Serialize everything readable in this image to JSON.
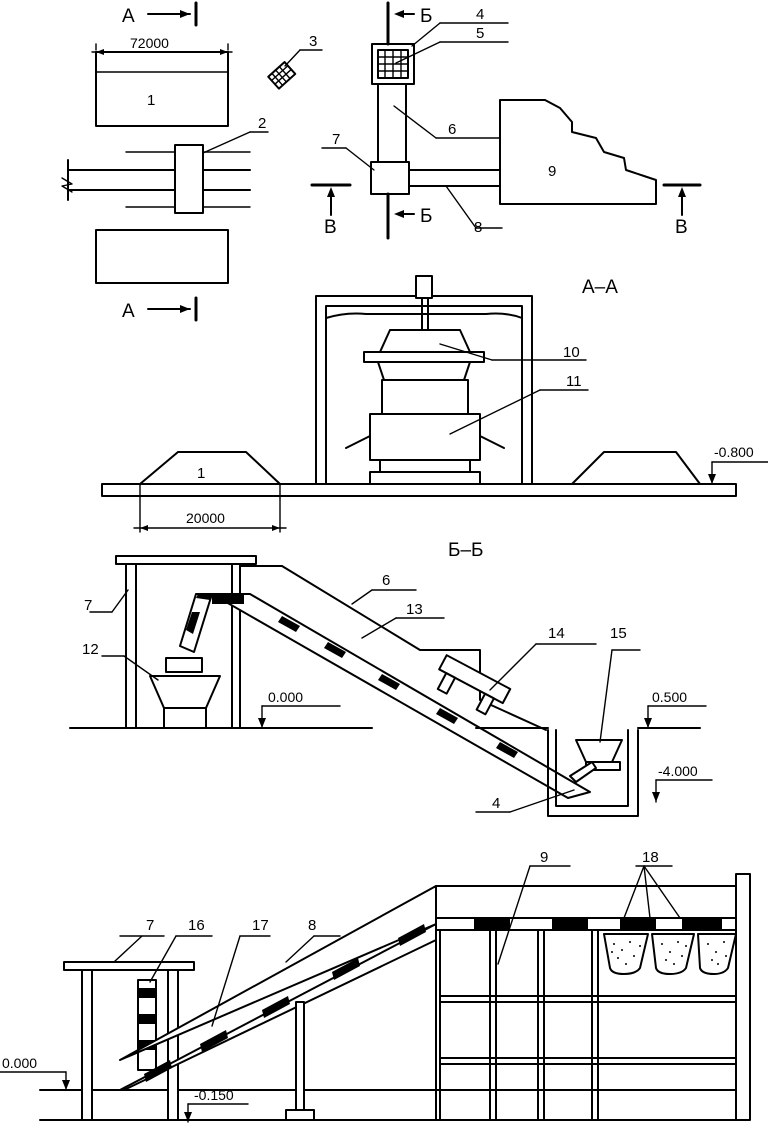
{
  "callouts": {
    "n1": "1",
    "n1b": "1",
    "n2": "2",
    "n3": "3",
    "n4": "4",
    "n4b": "4",
    "n5": "5",
    "n6": "6",
    "n6b": "6",
    "n7": "7",
    "n7b": "7",
    "n7c": "7",
    "n8": "8",
    "n8b": "8",
    "n9": "9",
    "n9b": "9",
    "n10": "10",
    "n11": "11",
    "n12": "12",
    "n13": "13",
    "n14": "14",
    "n15": "15",
    "n16": "16",
    "n17": "17",
    "n18": "18"
  },
  "dimensions": {
    "length_plan": "72000",
    "width_section": "20000"
  },
  "levels": {
    "l_m0800": "-0.800",
    "l_0000a": "0.000",
    "l_0500": "0.500",
    "l_m4000": "-4.000",
    "l_0000b": "0.000",
    "l_m0150": "-0.150"
  },
  "cut_marks": {
    "a": "А",
    "b": "Б",
    "v": "В"
  },
  "section_titles": {
    "aa": "А–А",
    "bb": "Б–Б"
  }
}
